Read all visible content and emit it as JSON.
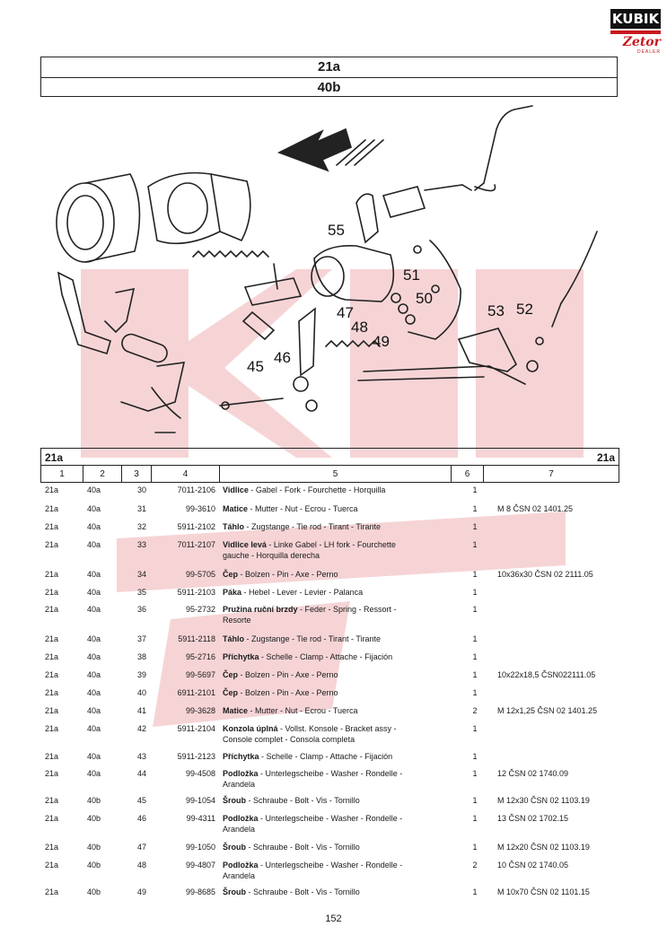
{
  "logo": {
    "brand": "KUBIK",
    "script": "Zetor",
    "tagline": "DEALER"
  },
  "header": {
    "group": "21a",
    "subgroup": "40b"
  },
  "diagram": {
    "watermark_text": "KUBIK",
    "callouts": [
      "45",
      "46",
      "47",
      "48",
      "49",
      "50",
      "51",
      "52",
      "53",
      "55"
    ]
  },
  "table": {
    "left_label": "21a",
    "right_label": "21a",
    "columns": [
      "1",
      "2",
      "3",
      "4",
      "5",
      "6",
      "7"
    ],
    "rows": [
      {
        "c1": "21a",
        "c2": "40a",
        "c3": "30",
        "c4": "7011-2106",
        "name": "Vidlice",
        "desc": " - Gabel - Fork - Fourchette - Horquilla",
        "desc2": "",
        "qty": "1",
        "spec": ""
      },
      {
        "c1": "21a",
        "c2": "40a",
        "c3": "31",
        "c4": "99-3610",
        "name": "Matice",
        "desc": " - Mutter - Nut - Ecrou - Tuerca",
        "desc2": "",
        "qty": "1",
        "spec": "M 8 ČSN 02 1401.25"
      },
      {
        "c1": "21a",
        "c2": "40a",
        "c3": "32",
        "c4": "5911-2102",
        "name": "Táhlo",
        "desc": " - Zugstange - Tie rod - Tirant - Tirante",
        "desc2": "",
        "qty": "1",
        "spec": ""
      },
      {
        "c1": "21a",
        "c2": "40a",
        "c3": "33",
        "c4": "7011-2107",
        "name": "Vidlice levá",
        "desc": " - Linke Gabel - LH fork - Fourchette",
        "desc2": "gauche - Horquilla derecha",
        "qty": "1",
        "spec": ""
      },
      {
        "c1": "21a",
        "c2": "40a",
        "c3": "34",
        "c4": "99-5705",
        "name": "Čep",
        "desc": " - Bolzen - Pin - Axe - Perno",
        "desc2": "",
        "qty": "1",
        "spec": "10x36x30 ČSN 02 2111.05"
      },
      {
        "c1": "21a",
        "c2": "40a",
        "c3": "35",
        "c4": "5911-2103",
        "name": "Páka",
        "desc": " - Hebel - Lever - Levier - Palanca",
        "desc2": "",
        "qty": "1",
        "spec": ""
      },
      {
        "c1": "21a",
        "c2": "40a",
        "c3": "36",
        "c4": "95-2732",
        "name": "Pružina ruční brzdy",
        "desc": " - Feder - Spring - Ressort -",
        "desc2": "Resorte",
        "qty": "1",
        "spec": ""
      },
      {
        "c1": "21a",
        "c2": "40a",
        "c3": "37",
        "c4": "5911-2118",
        "name": "Táhlo",
        "desc": " - Zugstange - Tie rod - Tirant - Tirante",
        "desc2": "",
        "qty": "1",
        "spec": ""
      },
      {
        "c1": "21a",
        "c2": "40a",
        "c3": "38",
        "c4": "95-2716",
        "name": "Příchytka",
        "desc": " - Schelle - Clamp - Attache - Fijación",
        "desc2": "",
        "qty": "1",
        "spec": ""
      },
      {
        "c1": "21a",
        "c2": "40a",
        "c3": "39",
        "c4": "99-5697",
        "name": "Čep",
        "desc": " - Bolzen - Pin - Axe - Perno",
        "desc2": "",
        "qty": "1",
        "spec": "10x22x18,5 ČSN022111.05"
      },
      {
        "c1": "21a",
        "c2": "40a",
        "c3": "40",
        "c4": "6911-2101",
        "name": "Čep",
        "desc": " - Bolzen - Pin - Axe - Perno",
        "desc2": "",
        "qty": "1",
        "spec": ""
      },
      {
        "c1": "21a",
        "c2": "40a",
        "c3": "41",
        "c4": "99-3628",
        "name": "Matice",
        "desc": " - Mutter - Nut - Ecrou - Tuerca",
        "desc2": "",
        "qty": "2",
        "spec": "M 12x1,25 ČSN 02 1401.25"
      },
      {
        "c1": "21a",
        "c2": "40a",
        "c3": "42",
        "c4": "5911-2104",
        "name": "Konzola úplná",
        "desc": " - Vollst. Konsole - Bracket assy -",
        "desc2": "Console complet - Consola completa",
        "qty": "1",
        "spec": ""
      },
      {
        "c1": "21a",
        "c2": "40a",
        "c3": "43",
        "c4": "5911-2123",
        "name": "Příchytka",
        "desc": " - Schelle - Clamp - Attache - Fijación",
        "desc2": "",
        "qty": "1",
        "spec": ""
      },
      {
        "c1": "21a",
        "c2": "40a",
        "c3": "44",
        "c4": "99-4508",
        "name": "Podložka",
        "desc": " - Unterlegscheibe - Washer - Rondelle -",
        "desc2": "Arandela",
        "qty": "1",
        "spec": "12 ČSN 02 1740.09"
      },
      {
        "c1": "21a",
        "c2": "40b",
        "c3": "45",
        "c4": "99-1054",
        "name": "Šroub",
        "desc": " - Schraube - Bolt - Vis - Tornillo",
        "desc2": "",
        "qty": "1",
        "spec": "M 12x30 ČSN 02 1103.19"
      },
      {
        "c1": "21a",
        "c2": "40b",
        "c3": "46",
        "c4": "99-4311",
        "name": "Podložka",
        "desc": " - Unterlegscheibe - Washer - Rondelle -",
        "desc2": "Arandela",
        "qty": "1",
        "spec": "13 ČSN 02 1702.15"
      },
      {
        "c1": "21a",
        "c2": "40b",
        "c3": "47",
        "c4": "99-1050",
        "name": "Šroub",
        "desc": " - Schraube - Bolt - Vis - Tornillo",
        "desc2": "",
        "qty": "1",
        "spec": "M 12x20 ČSN 02 1103.19"
      },
      {
        "c1": "21a",
        "c2": "40b",
        "c3": "48",
        "c4": "99-4807",
        "name": "Podložka",
        "desc": " - Unterlegscheibe - Washer - Rondelle -",
        "desc2": "Arandela",
        "qty": "2",
        "spec": "10 ČSN 02 1740.05"
      },
      {
        "c1": "21a",
        "c2": "40b",
        "c3": "49",
        "c4": "99-8685",
        "name": "Šroub",
        "desc": " - Schraube - Bolt - Vis - Tornillo",
        "desc2": "",
        "qty": "1",
        "spec": "M 10x70 ČSN 02 1101.15"
      }
    ]
  },
  "footer": {
    "page": "152"
  }
}
